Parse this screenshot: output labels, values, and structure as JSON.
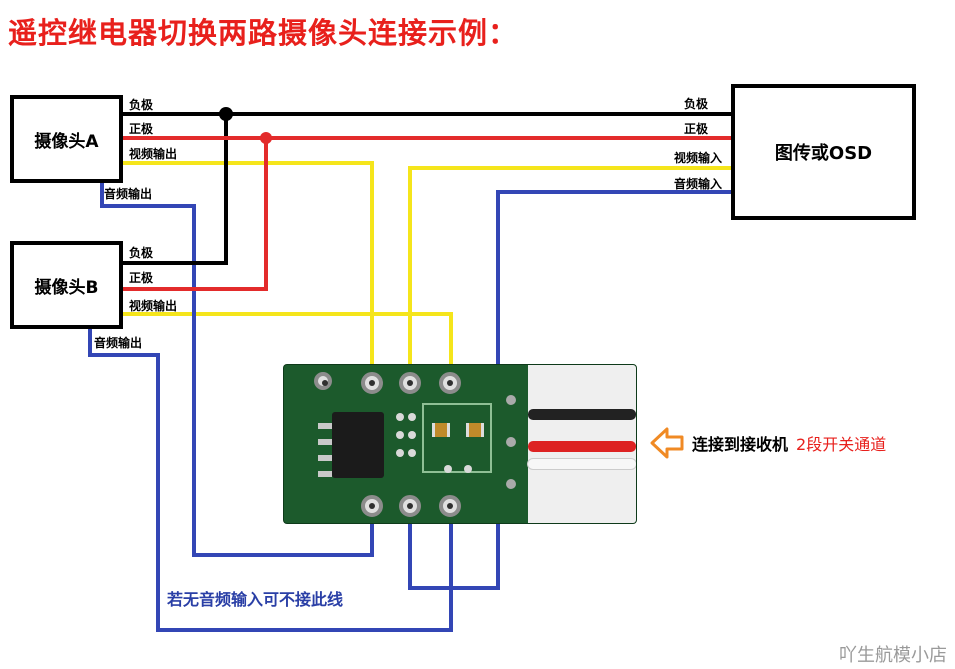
{
  "title": "遥控继电器切换两路摄像头连接示例：",
  "boxes": {
    "camera_a": "摄像头A",
    "camera_b": "摄像头B",
    "osd": "图传或OSD"
  },
  "labels": {
    "a_neg": "负极",
    "a_pos": "正极",
    "a_video": "视频输出",
    "a_audio": "音频输出",
    "b_neg": "负极",
    "b_pos": "正极",
    "b_video": "视频输出",
    "b_audio": "音频输出",
    "osd_neg": "负极",
    "osd_pos": "正极",
    "osd_video": "视频输入",
    "osd_audio": "音频输入"
  },
  "receiver": {
    "text": "连接到接收机",
    "note": "2段开关通道"
  },
  "audio_note": "若无音频输入可不接此线",
  "watermark": "吖生航模小店",
  "colors": {
    "negative": "#000000",
    "positive": "#e32b2b",
    "video": "#f5e51b",
    "audio": "#3346b5",
    "title": "#e8201c",
    "arrow": "#f08a24"
  }
}
